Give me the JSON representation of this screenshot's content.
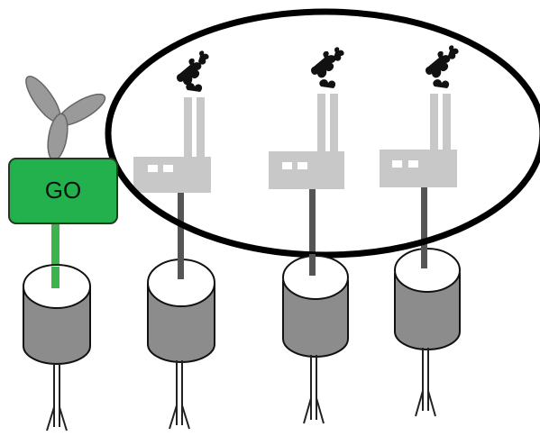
{
  "go_sign": {
    "label": "GO",
    "color": "#22b14c",
    "border_color": "#1f3a1f"
  },
  "plant": {
    "icon": "windmill-leaf-icon",
    "color": "#999999"
  },
  "factories": {
    "icon": "factory-icon",
    "count": 3,
    "color": "#c8c8c8",
    "smoke_color": "#111111"
  },
  "highlight_ellipse": {
    "stroke_color": "#000000"
  },
  "units": {
    "count": 4,
    "icon": "cylinder-pod-icon",
    "body_color": "#8c8c8c",
    "top_color": "#ffffff",
    "claw_icon": "gripper-claw-icon"
  },
  "palette": {
    "stem_green": "#3cb44b",
    "stem_gray": "#555555"
  }
}
